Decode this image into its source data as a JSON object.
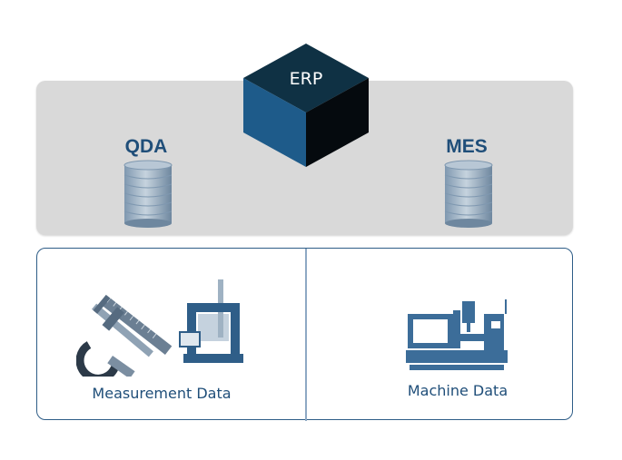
{
  "erp": {
    "label": "ERP"
  },
  "systems": {
    "qda": {
      "label": "QDA"
    },
    "mes": {
      "label": "MES"
    }
  },
  "data_sources": {
    "measurement": {
      "label": "Measurement Data"
    },
    "machine": {
      "label": "Machine Data"
    }
  },
  "colors": {
    "brand_dark_blue": "#1f4e79",
    "band_gray": "#d9d9d9",
    "icon_blue": "#3c6d99",
    "cube_top": "#0f3144",
    "cube_left": "#1e5b8a",
    "cube_right": "#050a0e"
  }
}
